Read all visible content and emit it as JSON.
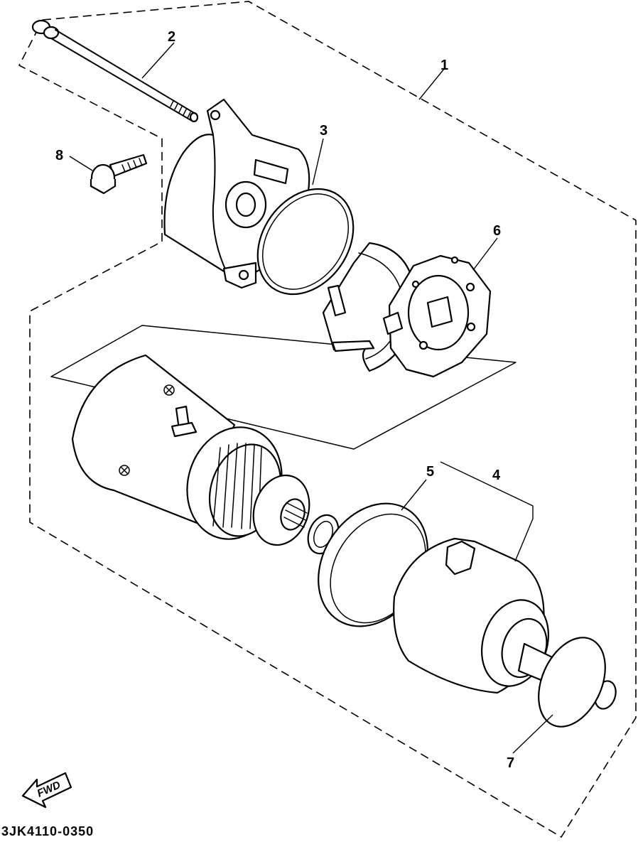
{
  "callouts": {
    "n1": "1",
    "n2": "2",
    "n3": "3",
    "n4": "4",
    "n5": "5",
    "n6": "6",
    "n7": "7",
    "n8": "8"
  },
  "direction_badge": "FWD",
  "drawing_code": "3JK4110-0350",
  "icons": {
    "direction": "fwd-arrow-icon"
  }
}
